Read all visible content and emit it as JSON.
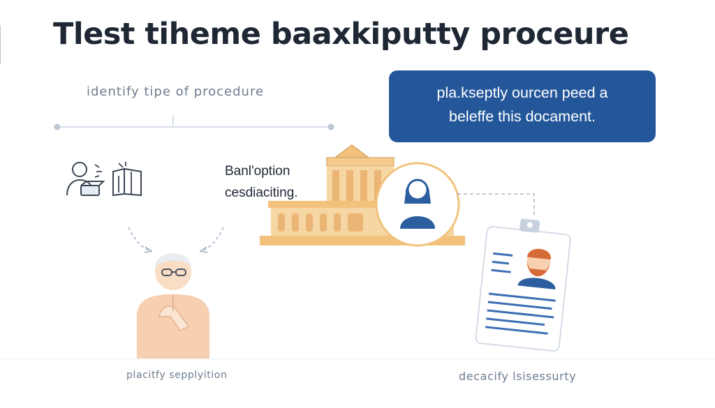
{
  "title": "Tlest tiheme baaxkiputty proceure",
  "step": {
    "label": "identify tipe of procedure"
  },
  "callout": {
    "line1": "pla.kseptly ourcen peed a",
    "line2": "beleffe this docament."
  },
  "note": {
    "line1": "Banl'option",
    "line2": "cesdiaciting."
  },
  "captions": {
    "left": "placitfy sepplyition",
    "right": "decacify lsisessurty"
  },
  "colors": {
    "accent": "#24579a",
    "building": "#f2c27d",
    "person_skin": "#f7cfb1",
    "line": "#c9d3e0"
  }
}
